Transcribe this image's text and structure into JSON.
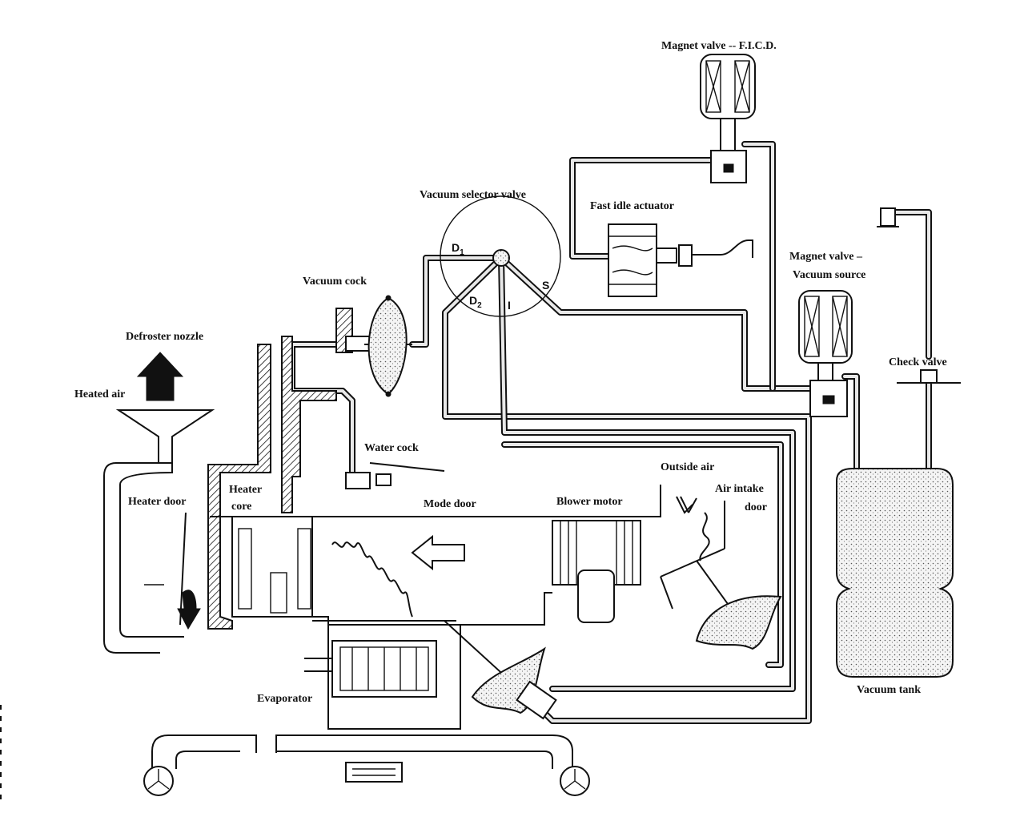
{
  "labels": {
    "magnet_valve_ficd": "Magnet valve -- F.I.C.D.",
    "vacuum_selector_valve": "Vacuum selector valve",
    "fast_idle_actuator": "Fast idle actuator",
    "magnet_valve_vacuum_source_line1": "Magnet valve –",
    "magnet_valve_vacuum_source_line2": "Vacuum source",
    "vacuum_cock": "Vacuum cock",
    "defroster_nozzle": "Defroster nozzle",
    "heated_air": "Heated air",
    "check_valve": "Check valve",
    "water_cock": "Water cock",
    "outside_air": "Outside air",
    "air_intake_door_line1": "Air intake",
    "air_intake_door_line2": "door",
    "heater_door": "Heater door",
    "heater_core_line1": "Heater",
    "heater_core_line2": "core",
    "mode_door": "Mode door",
    "blower_motor": "Blower motor",
    "evaporator": "Evaporator",
    "vacuum_tank": "Vacuum tank"
  },
  "ports": {
    "d1": "D",
    "d1_sub": "1",
    "d2": "D",
    "d2_sub": "2",
    "i": "I",
    "s": "S"
  },
  "colors": {
    "ink": "#111111",
    "paper": "#ffffff",
    "hose_fill": "#e8e8e8"
  }
}
